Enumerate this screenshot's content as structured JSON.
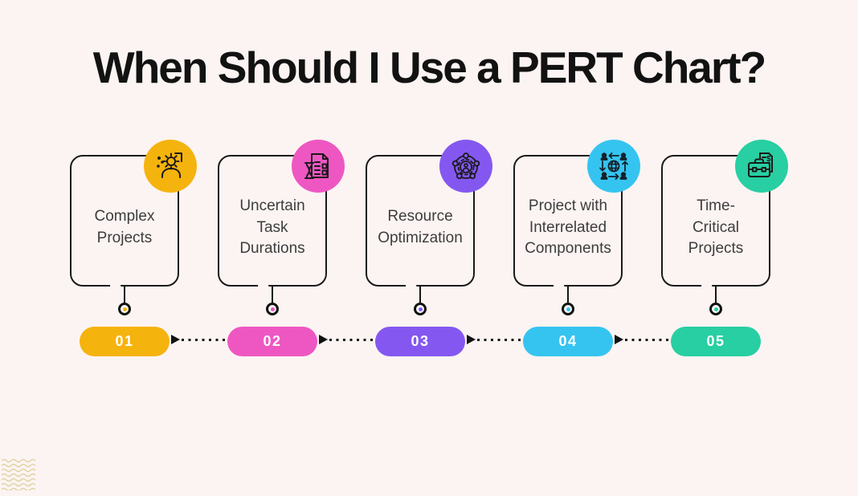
{
  "title": "When Should I Use a PERT Chart?",
  "background_color": "#FCF4F2",
  "line_color": "#151515",
  "steps": [
    {
      "number": "01",
      "label": "Complex\nProjects",
      "color": "#F5B30E",
      "icon": "person-gear-icon"
    },
    {
      "number": "02",
      "label": "Uncertain\nTask\nDurations",
      "color": "#EE57C2",
      "icon": "document-hourglass-icon"
    },
    {
      "number": "03",
      "label": "Resource\nOptimization",
      "color": "#8458F0",
      "icon": "gear-network-icon"
    },
    {
      "number": "04",
      "label": "Project with\nInterrelated\nComponents",
      "color": "#35C4F0",
      "icon": "globe-people-icon"
    },
    {
      "number": "05",
      "label": "Time-\nCritical\nProjects",
      "color": "#27CFA2",
      "icon": "briefcase-finance-icon"
    }
  ],
  "decoration": {
    "wave_color": "#E0D3A2"
  }
}
